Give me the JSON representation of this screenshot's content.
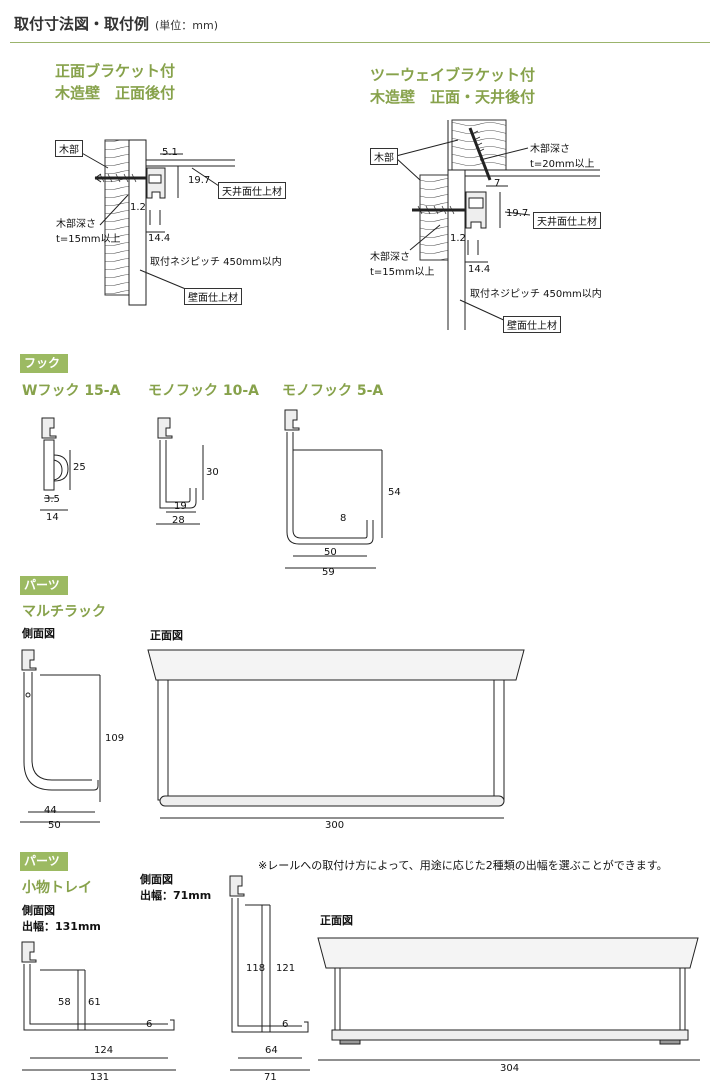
{
  "header": {
    "title": "取付寸法図・取付例",
    "unit": "(単位：mm)"
  },
  "front_bracket": {
    "heading_line1": "正面ブラケット付",
    "heading_line2": "木造壁　正面後付",
    "wood_label": "木部",
    "wood_depth_line1": "木部深さ",
    "wood_depth_line2": "t=15mm以上",
    "screw_pitch": "取付ネジピッチ 450mm以内",
    "ceiling_material": "天井面仕上材",
    "wall_material": "壁面仕上材",
    "dims": [
      "5.1",
      "19.7",
      "1.2",
      "14.4"
    ]
  },
  "twoway_bracket": {
    "heading_line1": "ツーウェイブラケット付",
    "heading_line2": "木造壁　正面・天井後付",
    "wood_label": "木部",
    "wood_depth_top_line1": "木部深さ",
    "wood_depth_top_line2": "t=20mm以上",
    "wood_depth_line1": "木部深さ",
    "wood_depth_line2": "t=15mm以上",
    "screw_pitch": "取付ネジピッチ 450mm以内",
    "ceiling_material": "天井面仕上材",
    "wall_material": "壁面仕上材",
    "dims": [
      "7",
      "19.7",
      "1.2",
      "14.4"
    ]
  },
  "hook_section": {
    "badge": "フック",
    "items": [
      {
        "name": "Wフック 15-A",
        "dims": [
          "25",
          "3.5",
          "14"
        ]
      },
      {
        "name": "モノフック 10-A",
        "dims": [
          "30",
          "19",
          "28"
        ]
      },
      {
        "name": "モノフック 5-A",
        "dims": [
          "54",
          "8",
          "50",
          "59"
        ]
      }
    ]
  },
  "multirack": {
    "badge": "パーツ",
    "name": "マルチラック",
    "side_label": "側面図",
    "front_label": "正面図",
    "dims": {
      "height": "109",
      "inner": "44",
      "outer": "50",
      "width": "300"
    }
  },
  "tray": {
    "badge": "パーツ",
    "name": "小物トレイ",
    "note": "※レールへの取付け方によって、用途に応じた2種類の出幅を選ぶことができます。",
    "side131_label": "側面図",
    "side131_depth": "出幅：131mm",
    "side71_label": "側面図",
    "side71_depth": "出幅：71mm",
    "front_label": "正面図",
    "dims131": [
      "58",
      "61",
      "6",
      "124",
      "131"
    ],
    "dims71": [
      "118",
      "121",
      "6",
      "64",
      "71"
    ],
    "width": "304"
  }
}
